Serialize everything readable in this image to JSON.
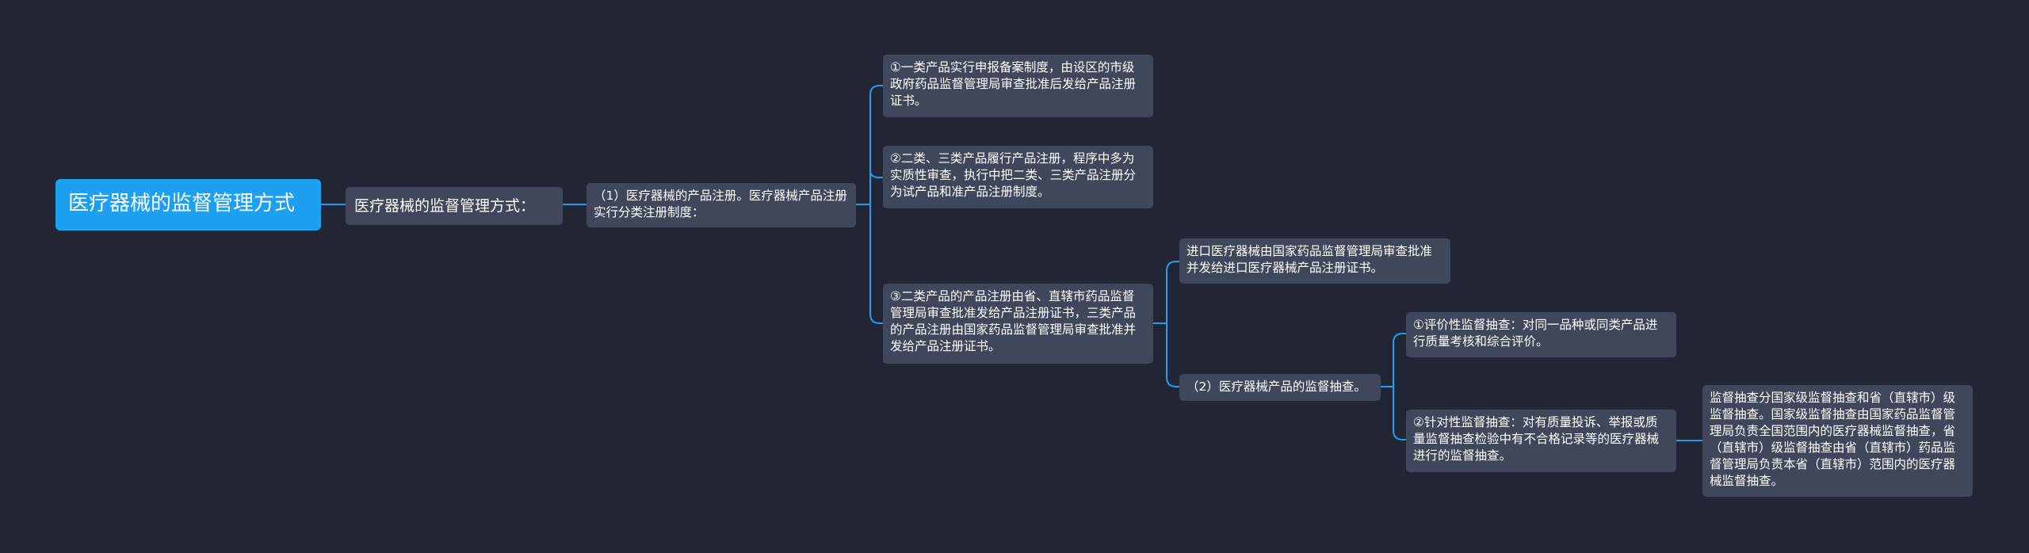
{
  "colors": {
    "background": "#222634",
    "root_fill": "#1ea0f2",
    "node_fill": "#41475a",
    "connector": "#1ea0f2",
    "text": "#ffffff"
  },
  "mindmap": {
    "root": "医疗器械的监督管理方式",
    "level1": "医疗器械的监督管理方式：",
    "branch_registration": {
      "label": "（1）医疗器械的产品注册。医疗器械产品注册实行分类注册制度：",
      "item1": "①一类产品实行申报备案制度，由设区的市级政府药品监督管理局审查批准后发给产品注册证书。",
      "item2": "②二类、三类产品履行产品注册，程序中多为实质性审查，执行中把二类、三类产品注册分为试产品和准产品注册制度。",
      "item3": "③二类产品的产品注册由省、直辖市药品监督管理局审查批准发给产品注册证书，三类产品的产品注册由国家药品监督管理局审查批准并发给产品注册证书。"
    },
    "import_note": "进口医疗器械由国家药品监督管理局审查批准并发给进口医疗器械产品注册证书。",
    "branch_inspection": {
      "label": "（2）医疗器械产品的监督抽查。",
      "item1": "①评价性监督抽查：对同一品种或同类产品进行质量考核和综合评价。",
      "item2": "②针对性监督抽查：对有质量投诉、举报或质量监督抽查检验中有不合格记录等的医疗器械进行的监督抽查。",
      "detail": "监督抽查分国家级监督抽查和省（直辖市）级监督抽查。国家级监督抽查由国家药品监督管理局负责全国范围内的医疗器械监督抽查，省（直辖市）级监督抽查由省（直辖市）药品监督管理局负责本省（直辖市）范围内的医疗器械监督抽查。"
    }
  }
}
